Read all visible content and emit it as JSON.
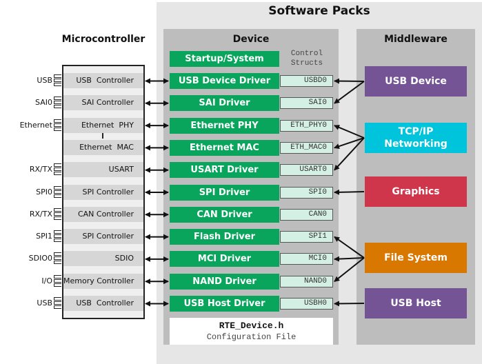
{
  "titles": {
    "software_packs": "Software Packs",
    "device": "Device",
    "middleware": "Middleware",
    "microcontroller": "Microcontroller"
  },
  "control_structs_caption": [
    "Control",
    "Structs"
  ],
  "colors": {
    "driver_green": "#0aa55d",
    "usb_purple": "#745494",
    "tcpip_cyan": "#00c4dc",
    "graphics_red": "#d0364b",
    "filesystem_orange": "#d97800",
    "control_struct_fill": "#d4efe3"
  },
  "microcontroller": {
    "rows": [
      {
        "pin": "USB",
        "peripheral": "USB  Controller"
      },
      {
        "pin": "SAI0",
        "peripheral": "SAI Controller"
      },
      {
        "pin": "Ethernet",
        "peripheral": "Ethernet  PHY"
      },
      {
        "pin": "",
        "peripheral": "Ethernet  MAC"
      },
      {
        "pin": "RX/TX",
        "peripheral": "USART"
      },
      {
        "pin": "SPI0",
        "peripheral": "SPI Controller"
      },
      {
        "pin": "RX/TX",
        "peripheral": "CAN Controller"
      },
      {
        "pin": "SPI1",
        "peripheral": "SPI Controller"
      },
      {
        "pin": "SDIO0",
        "peripheral": "SDIO"
      },
      {
        "pin": "I/O",
        "peripheral": "Memory Controller"
      },
      {
        "pin": "USB",
        "peripheral": "USB  Controller"
      }
    ]
  },
  "device": {
    "startup": "Startup/System",
    "drivers": [
      {
        "name": "USB Device Driver",
        "struct": "USBD0"
      },
      {
        "name": "SAI Driver",
        "struct": "SAI0"
      },
      {
        "name": "Ethernet PHY",
        "struct": "ETH_PHY0"
      },
      {
        "name": "Ethernet MAC",
        "struct": "ETH_MAC0"
      },
      {
        "name": "USART Driver",
        "struct": "USART0"
      },
      {
        "name": "SPI Driver",
        "struct": "SPI0"
      },
      {
        "name": "CAN Driver",
        "struct": "CAN0"
      },
      {
        "name": "Flash Driver",
        "struct": "SPI1"
      },
      {
        "name": "MCI Driver",
        "struct": "MCI0"
      },
      {
        "name": "NAND Driver",
        "struct": "NAND0"
      },
      {
        "name": "USB Host Driver",
        "struct": "USBH0"
      }
    ],
    "config_file": "RTE_Device.h",
    "config_desc": "Configuration File"
  },
  "middleware": {
    "components": [
      {
        "name": "USB Device",
        "color": "#745494",
        "targets": [
          0,
          1
        ]
      },
      {
        "name": "TCP/IP Networking",
        "color": "#00c4dc",
        "targets": [
          2,
          3,
          4
        ]
      },
      {
        "name": "Graphics",
        "color": "#d0364b",
        "targets": [
          5
        ]
      },
      {
        "name": "File System",
        "color": "#d97800",
        "targets": [
          7,
          8,
          9
        ]
      },
      {
        "name": "USB Host",
        "color": "#745494",
        "targets": [
          10
        ]
      }
    ]
  }
}
